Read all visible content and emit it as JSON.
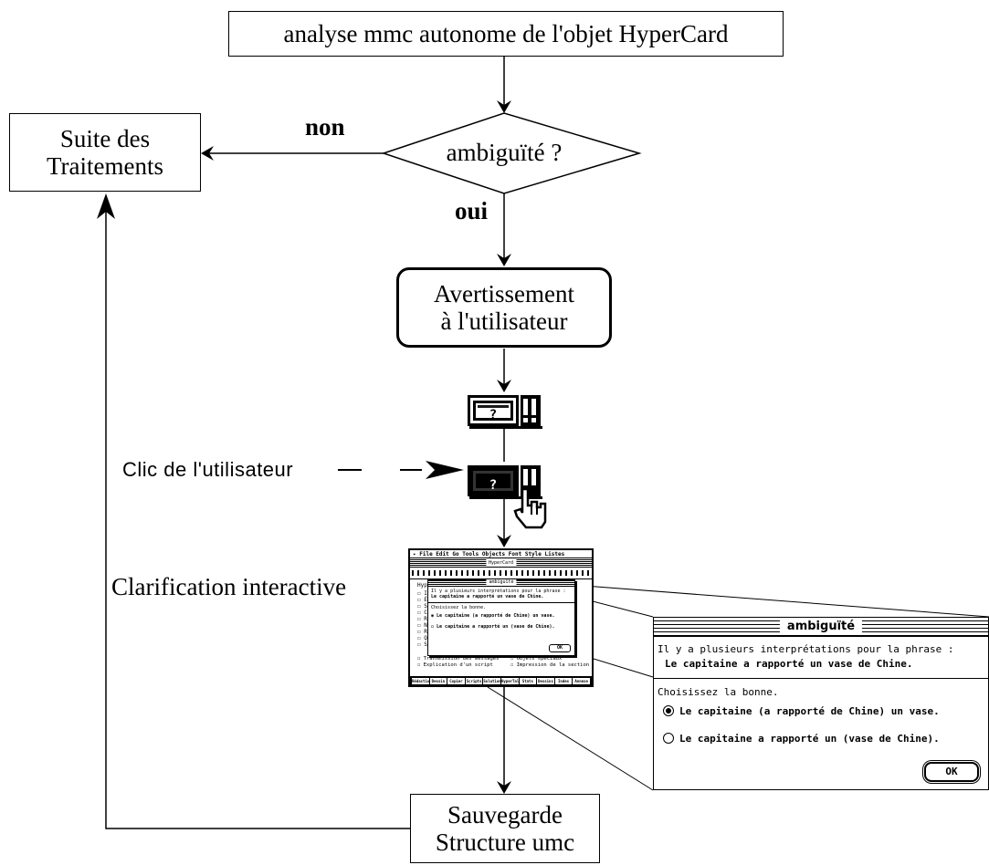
{
  "diagram": {
    "start": "analyse mmc autonome de l'objet HyperCard",
    "decision": "ambiguïté ?",
    "no_label": "non",
    "yes_label": "oui",
    "suite_line1": "Suite des",
    "suite_line2": "Traitements",
    "warn_line1": "Avertissement",
    "warn_line2": "à l'utilisateur",
    "user_click": "Clic de l'utilisateur",
    "clarification": "Clarification interactive",
    "save_line1": "Sauvegarde",
    "save_line2": "Structure umc"
  },
  "mini_screen": {
    "menu": "File  Edit  Go  Tools  Objects  Font  Style  Listes",
    "window_title": "HyperCard",
    "dialog_title": "ambiguïté",
    "intro": "Il y a plusieurs interprétations pour la phrase :",
    "sentence": "Le capitaine a rapporté un vase de Chine.",
    "choose": "Choisissez la bonne.",
    "option1": "Le capitaine (a rapporté de Chine) un vase.",
    "option2": "Le capitaine a rapporté un (vase de Chine).",
    "ok": "OK",
    "list_header": "Hyp",
    "list_items": [
      "Intr",
      "Édi",
      "Scr",
      "Con",
      "Rec",
      "Nor",
      "Rec",
      "Que",
      "Ses"
    ],
    "bottom_left1": "Transmission des messages",
    "bottom_left2": "Explication d'un script",
    "bottom_right1": "Objets spéciaux",
    "bottom_right2": "Impression de la section",
    "buttons": [
      "Rédaction",
      "Dessin",
      "Copier",
      "Scripts",
      "Solutions",
      "HyperTalk",
      "Stats",
      "Dessins",
      "Index",
      "Annexe"
    ]
  },
  "zoom_dialog": {
    "title": "ambiguïté",
    "intro": "Il y a plusieurs interprétations pour la phrase :",
    "sentence": "Le capitaine a rapporté un vase de Chine.",
    "choose": "Choisissez la bonne.",
    "option1": "Le capitaine (a rapporté de Chine) un vase.",
    "option1_selected": true,
    "option2": "Le capitaine a rapporté un (vase de Chine).",
    "option2_selected": false,
    "ok": "OK"
  }
}
